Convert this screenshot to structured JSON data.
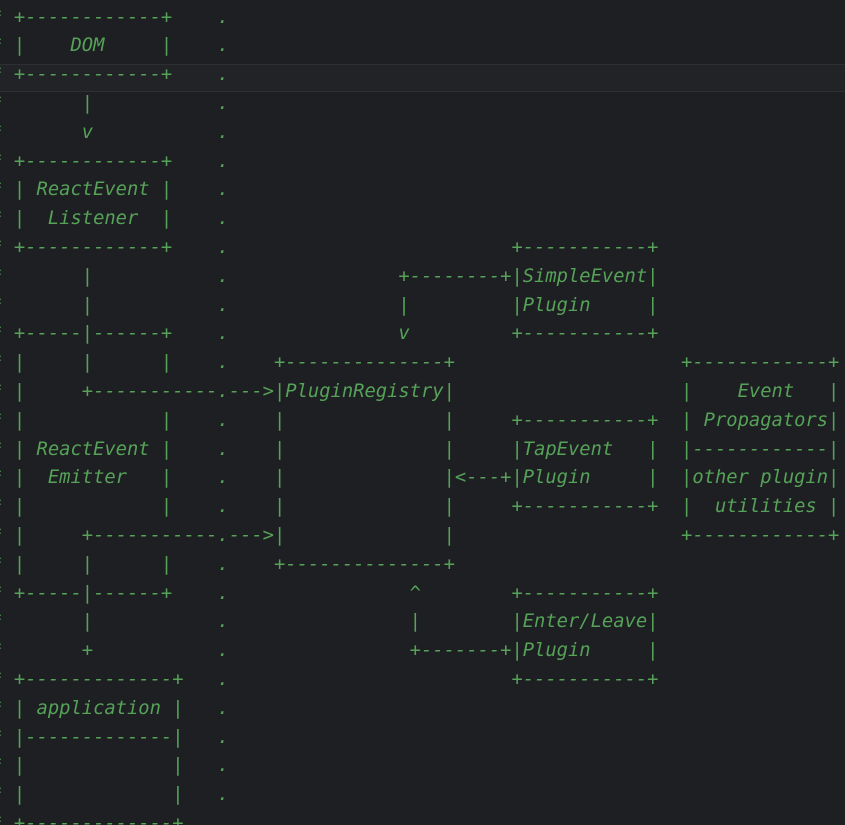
{
  "editor": {
    "colors": {
      "background": "#1d1f23",
      "comment_text": "#56a258",
      "active_line_background": "rgba(255,255,255,0.02)",
      "active_line_border": "rgba(255,255,255,0.055)"
    },
    "active_line_row": 3,
    "whitespace_dot_glyph": ".",
    "comment_lines": [
      " * +------------+    .",
      " * |    DOM     |    .",
      " * +------------+    .",
      " *       |           .",
      " *       v           .",
      " * +------------+    .",
      " * | ReactEvent |    .",
      " * |  Listener  |    .",
      " * +------------+    .                         +-----------+",
      " *       |           .               +--------+|SimpleEvent|",
      " *       |           .               |         |Plugin     |",
      " * +-----|------+    .               v         +-----------+",
      " * |     |      |    .    +--------------+                    +------------+",
      " * |     +-----------.--->|PluginRegistry|                    |    Event   |",
      " * |            |    .    |              |     +-----------+  | Propagators|",
      " * | ReactEvent |    .    |              |     |TapEvent   |  |------------|",
      " * |  Emitter   |    .    |              |<---+|Plugin     |  |other plugin|",
      " * |            |    .    |              |     +-----------+  |  utilities |",
      " * |     +-----------.--->|              |                    +------------+",
      " * |     |      |    .    +--------------+",
      " * +-----|------+    .                ^        +-----------+",
      " *       |           .                |        |Enter/Leave|",
      " *       +           .                +-------+|Plugin     |",
      " * +-------------+   .                         +-----------+",
      " * | application |   .",
      " * |-------------|   .",
      " * |             |   .",
      " * |             |   .",
      " * +-------------+   ."
    ],
    "diagram_box_labels": [
      "DOM",
      "ReactEvent Listener",
      "ReactEvent Emitter",
      "PluginRegistry",
      "SimpleEvent Plugin",
      "TapEvent Plugin",
      "Enter/Leave Plugin",
      "Event Propagators",
      "other plugin utilities",
      "application"
    ]
  }
}
